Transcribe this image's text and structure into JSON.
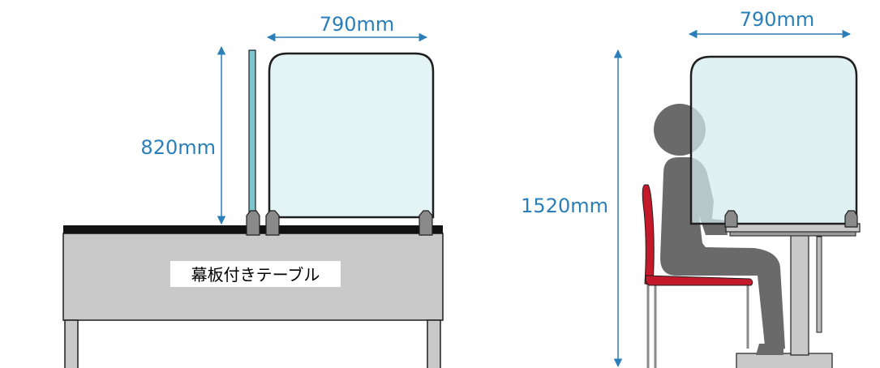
{
  "left_view": {
    "width_label": "790mm",
    "height_label": "820mm",
    "table_label": "幕板付きテーブル"
  },
  "right_view": {
    "width_label": "790mm",
    "height_label": "1520mm"
  },
  "colors": {
    "dimension": "#2a7fb8",
    "panel_fill": "#e4f3f4",
    "panel_stroke": "#1f1f1f",
    "table_gray": "#c9c9c9",
    "table_top": "#111111",
    "person": "#6a6a6a",
    "chair_red": "#c4182b"
  }
}
